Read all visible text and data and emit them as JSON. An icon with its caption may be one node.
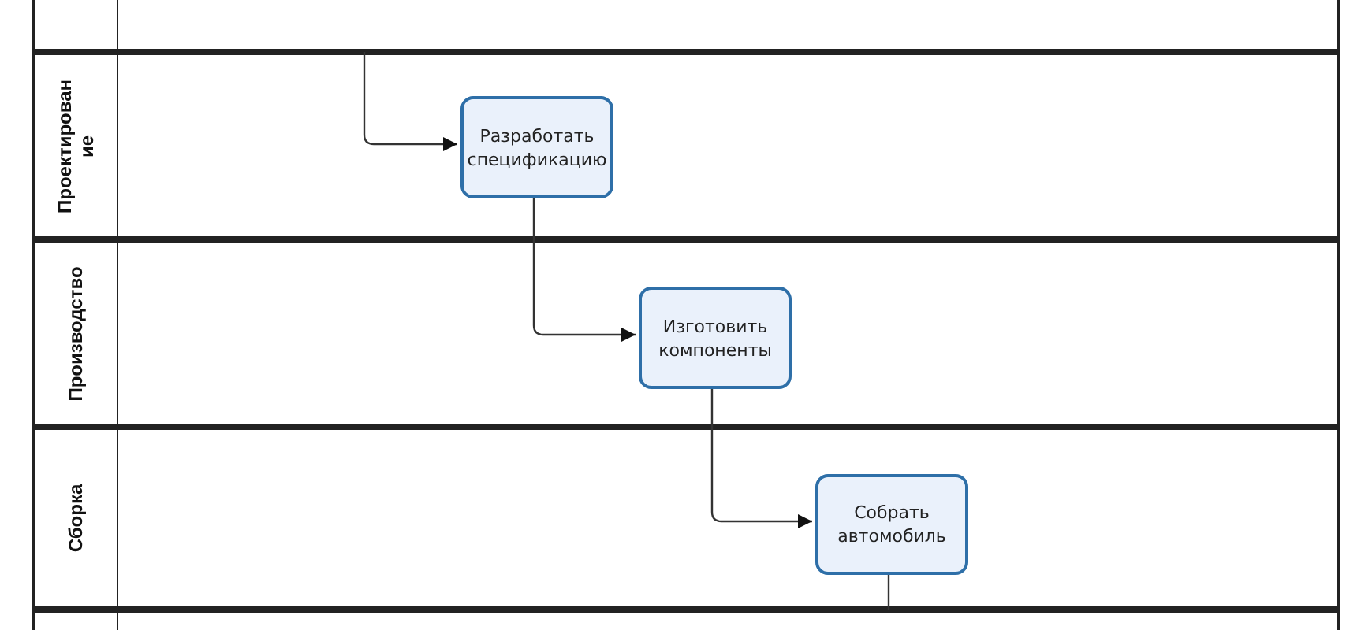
{
  "diagram": {
    "nodes": [
      {
        "text": [],
        "shape": "box"
      },
      {
        "text": [
          "Проектирование"
        ]
      },
      {
        "text": [
          "Разработать спецификацию"
        ],
        "in": 1
      },
      {
        "text": [
          "Производство"
        ]
      },
      {
        "text": [
          "Изготовить компоненты"
        ],
        "in": 3
      },
      {
        "text": [
          "Сборка"
        ]
      },
      {
        "text": [
          "Собрать автомобиль"
        ],
        "in": 5
      },
      {
        "text": [],
        "shape": "box"
      }
    ],
    "edges": [
      {
        "from": 0,
        "to": 2,
        "arrow": "to"
      },
      {
        "from": 2,
        "to": 4,
        "arrow": "to"
      },
      {
        "from": 4,
        "to": 6,
        "arrow": "to"
      },
      {
        "from": 6,
        "to": 7,
        "arrow": "none"
      }
    ]
  }
}
